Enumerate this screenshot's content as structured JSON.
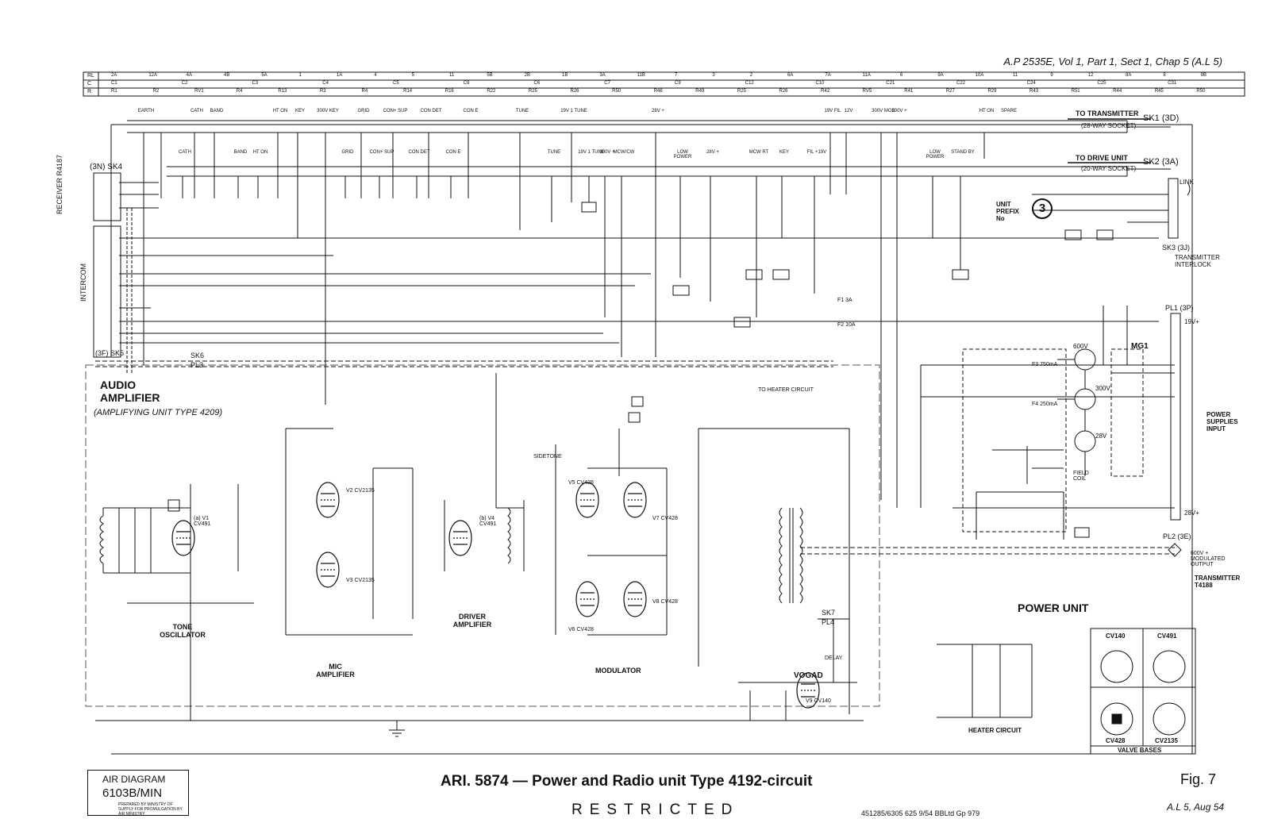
{
  "header": {
    "document_ref": "A.P 2535E, Vol 1, Part 1, Sect 1, Chap 5 (A.L 5)"
  },
  "ref_table": {
    "row_labels": [
      "RL",
      "C",
      "R"
    ],
    "rl_items": [
      "2A",
      "12A",
      "4A",
      "4B",
      "5A",
      "1",
      "1A",
      "4",
      "5",
      "11",
      "5B",
      "2B",
      "1B",
      "3A",
      "11B",
      "7",
      "3",
      "2",
      "6A",
      "7A",
      "11A",
      "6",
      "9A",
      "10A",
      "11",
      "9",
      "12",
      "8A",
      "8",
      "9B"
    ],
    "c_items": [
      "C1",
      "C2",
      "C3",
      "C4",
      "C5",
      "C8",
      "C6",
      "C7",
      "C9",
      "C12",
      "C10",
      "C21",
      "C22",
      "C24",
      "C25",
      "C31"
    ],
    "r_items": [
      "R1",
      "R2",
      "RV1",
      "R4",
      "R13",
      "R3",
      "R4",
      "R14",
      "R16",
      "R22",
      "R25",
      "R26",
      "R50",
      "R46",
      "R49",
      "R25",
      "R26",
      "R42",
      "RV5",
      "R41",
      "R27",
      "R29",
      "R43",
      "R51",
      "R44",
      "R45",
      "R50"
    ]
  },
  "connectors": {
    "sk1": "SK1 (3D)",
    "sk1_dest": "TO TRANSMITTER",
    "sk1_note": "(28-WAY SOCKET)",
    "sk2": "SK2 (3A)",
    "sk2_dest": "TO DRIVE UNIT",
    "sk2_note": "(20-WAY SOCKET)",
    "sk3": "SK3 (3J)",
    "sk3_dest": "TRANSMITTER INTERLOCK",
    "sk4": "(3N) SK4",
    "sk4_side": "RECEIVER R4187",
    "sk5": "(3F) SK5",
    "intercom": "INTERCOM",
    "sk6": "SK6",
    "pl3": "PL3",
    "pl1": "PL1 (3P)",
    "pl2": "PL2 (3E)",
    "sk7": "SK7",
    "pl4": "PL4",
    "link": "LINK",
    "power_in": "POWER SUPPLIES INPUT",
    "tx_out": "TRANSMITTER T4188",
    "mod_out": "600V + MODULATED OUTPUT",
    "v19": "19V+",
    "v28": "28V+",
    "heater_to": "TO HEATER CIRCUIT"
  },
  "sk1_pins": [
    "EARTH",
    "CATH",
    "BAND",
    "HT ON",
    "KEY",
    "300V KEY",
    "GRID",
    "CON+ SUP",
    "CON DET",
    "CON E",
    "TUNE",
    "19V 1 TUNE",
    "28V +",
    "19V FIL",
    "12V",
    "300V MOD",
    "300V +",
    "HT ON",
    "SPARE"
  ],
  "sk2_pins": [
    "CATH",
    "BAND",
    "HT ON",
    "GRID",
    "CON+ SUP",
    "CON DET",
    "CON E",
    "TUNE",
    "19V 1 TUNE",
    "300V +",
    "MCW/CW",
    "LOW POWER",
    "28V +",
    "MCW RT",
    "KEY",
    "FIL +19V",
    "LOW POWER",
    "STAND BY"
  ],
  "sections": {
    "audio_amp": "AUDIO AMPLIFIER",
    "audio_amp_sub": "(AMPLIFYING UNIT TYPE 4209)",
    "tone_osc": "TONE OSCILLATOR",
    "mic_amp": "MIC AMPLIFIER",
    "driver_amp": "DRIVER AMPLIFIER",
    "modulator": "MODULATOR",
    "power_unit": "POWER UNIT",
    "heater_circuit": "HEATER CIRCUIT",
    "vogad": "VOGAD",
    "valve_bases": "VALVE BASES",
    "unit_prefix": "UNIT PREFIX No",
    "unit_prefix_num": "3",
    "mg1": "MG1",
    "field_coil": "FIELD COIL",
    "delay": "DELAY",
    "sidetone": "SIDETONE"
  },
  "valves": {
    "v1": "(a) V1 CV491",
    "v2": "V2 CV2135",
    "v3": "V3 CV2135",
    "v4": "(b) V4 CV491",
    "v5": "V5 CV428",
    "v6": "V6 CV428",
    "v7": "V7 CV428",
    "v8": "V8 CV428",
    "v9": "V9 CV140"
  },
  "valve_bases": [
    "CV140",
    "CV491",
    "CV428",
    "CV2135"
  ],
  "generator": {
    "hv1": "600V",
    "hv2": "300V",
    "lv": "28V"
  },
  "fuses": [
    "F1 3A",
    "F2 10A",
    "F3 750mA",
    "F4 250mA"
  ],
  "footer": {
    "stamp_line1": "AIR DIAGRAM",
    "stamp_line2": "6103B/MIN",
    "stamp_small": "PREPARED BY MINISTRY OF SUPPLY FOR PROMULGATION BY AIR MINISTRY",
    "title": "ARI. 5874 — Power and Radio unit Type 4192-circuit",
    "restricted": "RESTRICTED",
    "print_code": "451285/6305 625 9/54 BBLtd Gp 979",
    "fig": "Fig. 7",
    "amend": "A.L 5, Aug 54"
  },
  "colors": {
    "ink": "#111111",
    "paper": "#ffffff"
  }
}
